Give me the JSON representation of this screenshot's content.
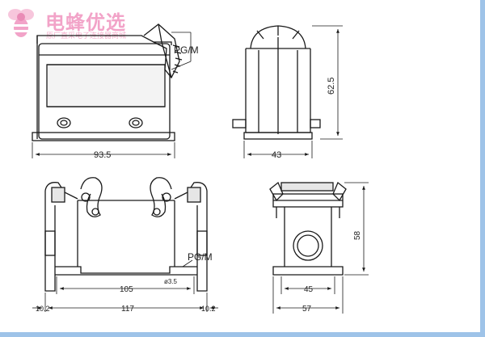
{
  "watermark": {
    "brand": "电蜂优选",
    "tagline": "原厂直采电子连接器商城",
    "color": "#f2a3c8"
  },
  "views": {
    "top_left": {
      "thread_label": "PG/M",
      "width_dim": "93.5"
    },
    "top_right": {
      "height_dim": "62.5",
      "width_dim": "43"
    },
    "bottom_left": {
      "thread_label": "PG/M",
      "inner_dim": "105",
      "hole_dim": "ø3.5",
      "overall_dim": "117",
      "left_offset": "10.2",
      "right_offset": "10.2"
    },
    "bottom_right": {
      "height_dim": "58",
      "inner_dim": "45",
      "overall_dim": "57"
    }
  },
  "colors": {
    "line": "#1a1a1a",
    "border": "#9ec3e8"
  }
}
